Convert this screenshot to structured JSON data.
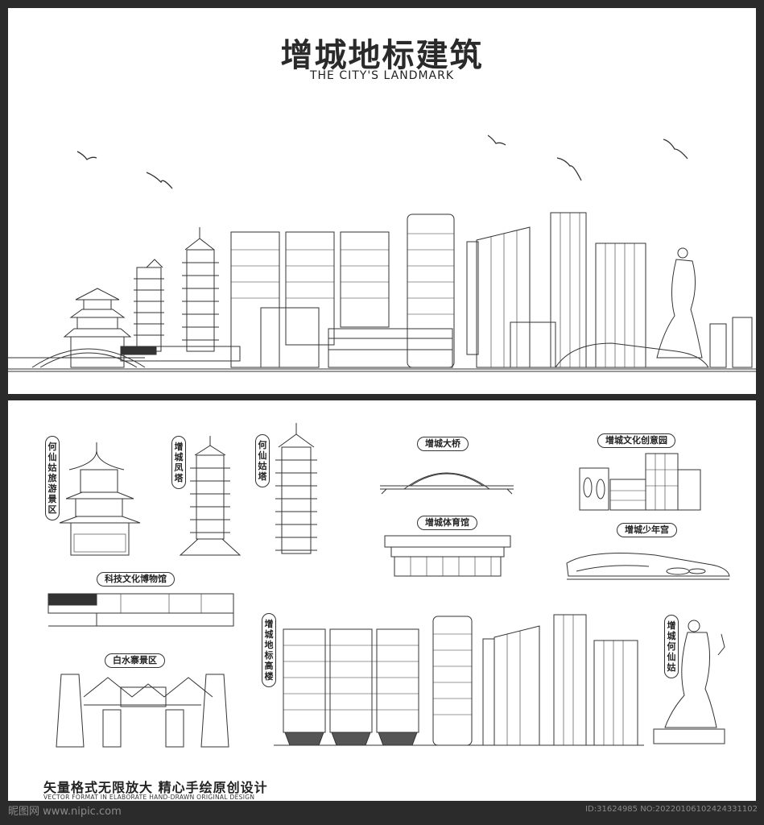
{
  "header": {
    "title": "增城地标建筑",
    "subtitle": "THE CITY'S LANDMARK"
  },
  "labels": {
    "hexiangu_scenic": "何仙姑旅游景区",
    "fengta": "增城凤塔",
    "hexiangu_tower": "何仙姑塔",
    "bridge": "增城大桥",
    "culture_park": "增城文化创意园",
    "gym": "增城体育馆",
    "youth_palace": "增城少年宫",
    "museum": "科技文化博物馆",
    "baishui": "白水寨景区",
    "highrise": "增城地标高楼",
    "statue": "增城何仙姑"
  },
  "footer": {
    "slogan": "矢量格式无限放大  精心手绘原创设计",
    "english": "VECTOR FORMAT IN ELABORATE HAND-DRAWN ORIGINAL DESIGN"
  },
  "watermark": {
    "left": "昵图网 www.nipic.com",
    "right": "ID:31624985 NO:20220106102424331102"
  }
}
